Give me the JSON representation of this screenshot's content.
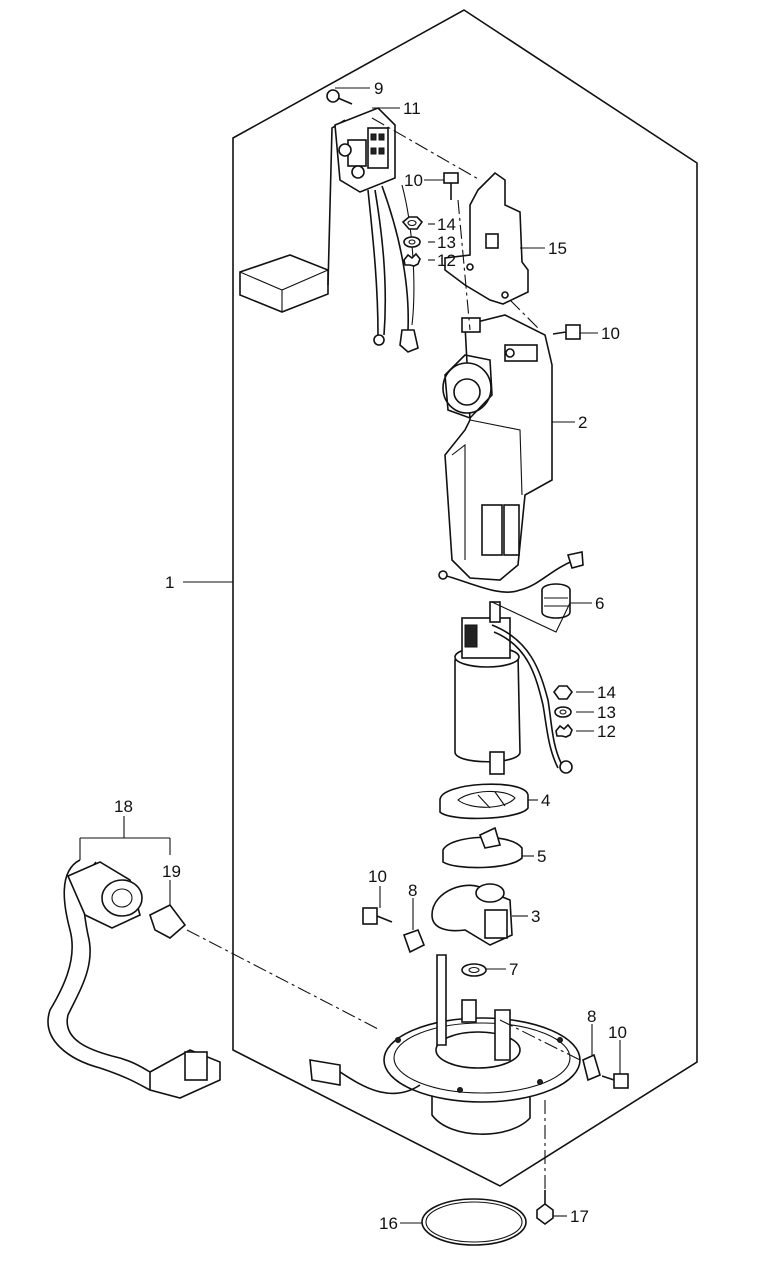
{
  "callouts": {
    "c1": "1",
    "c2": "2",
    "c3": "3",
    "c4": "4",
    "c5": "5",
    "c6": "6",
    "c7": "7",
    "c8a": "8",
    "c8b": "8",
    "c9": "9",
    "c10a": "10",
    "c10b": "10",
    "c10c": "10",
    "c10d": "10",
    "c11": "11",
    "c12a": "12",
    "c12b": "12",
    "c13a": "13",
    "c13b": "13",
    "c14a": "14",
    "c14b": "14",
    "c15": "15",
    "c16": "16",
    "c17": "17",
    "c18": "18",
    "c19": "19"
  }
}
